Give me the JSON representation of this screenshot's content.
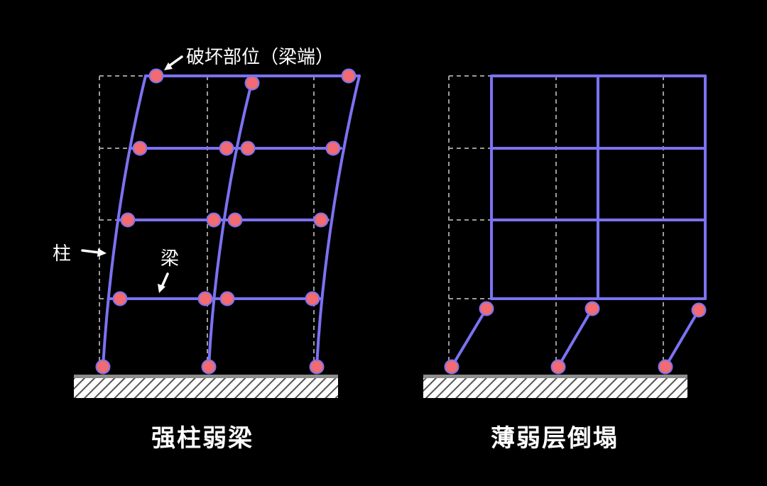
{
  "panels": [
    {
      "caption": "强柱弱梁",
      "annotations": {
        "hinge_location": "破坏部位（梁端）",
        "column": "柱",
        "beam": "梁"
      }
    },
    {
      "caption": "薄弱层倒塌"
    }
  ],
  "colors": {
    "background": "#000000",
    "frame": "#7b72f2",
    "hinge": "#f26a72",
    "ghost_grid": "#9a9a9a",
    "ground": "#8c8c8c",
    "text": "#ffffff"
  }
}
